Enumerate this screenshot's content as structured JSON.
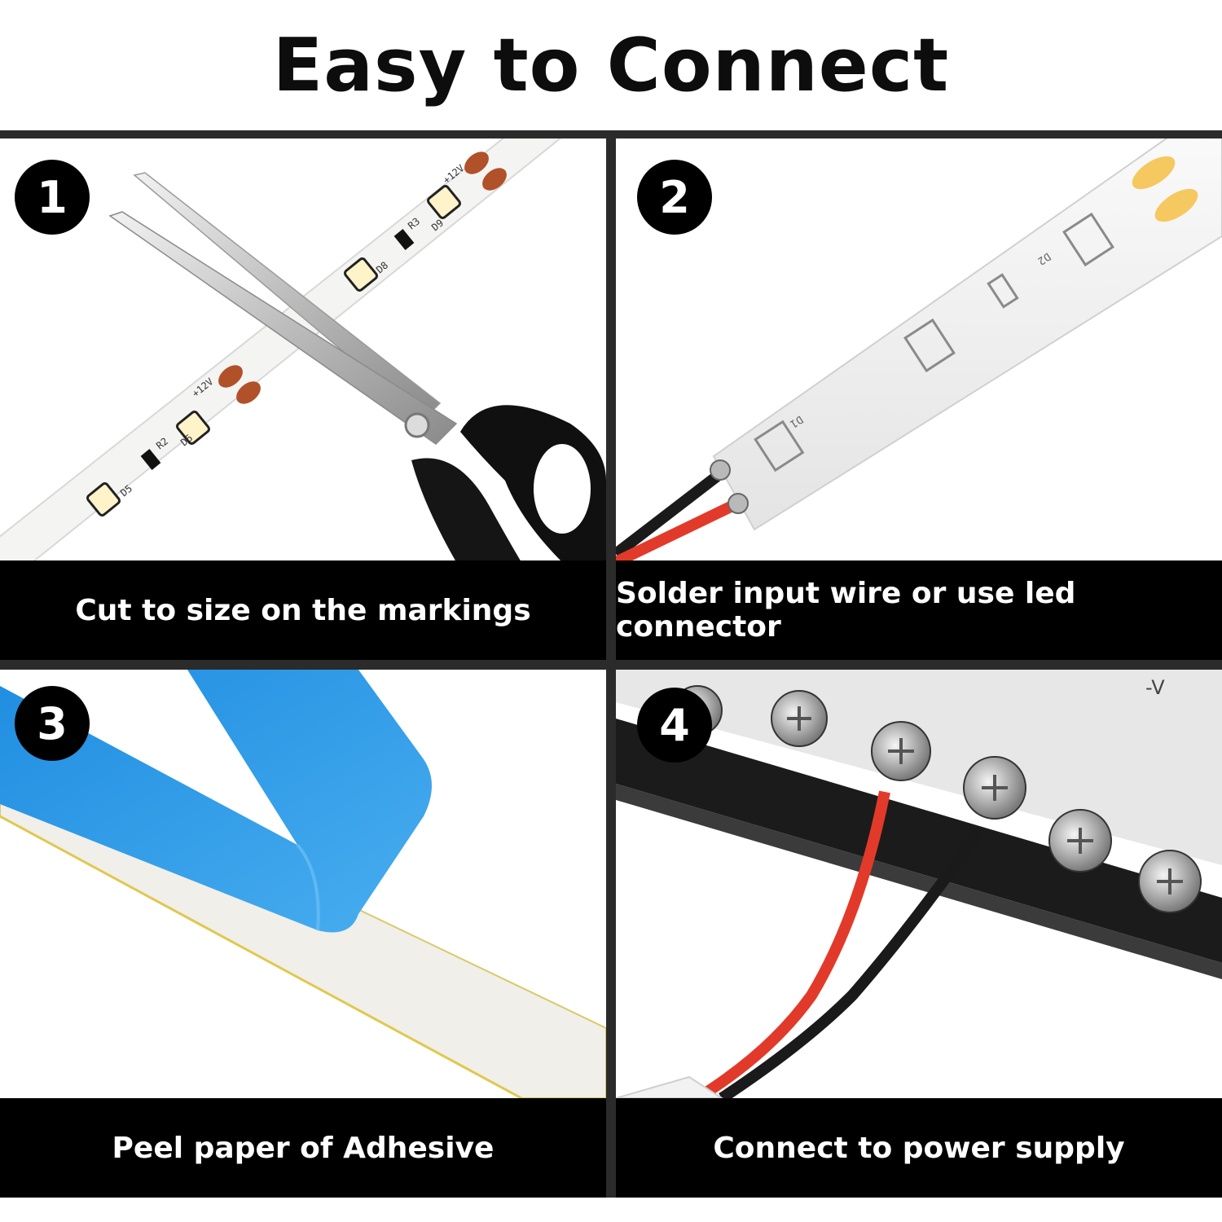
{
  "title": "Easy to Connect",
  "steps": [
    {
      "number": "1",
      "caption": "Cut to size on the markings",
      "icon": "scissors-icon"
    },
    {
      "number": "2",
      "caption": "Solder input wire or use led connector",
      "icon": "solder-wire-icon"
    },
    {
      "number": "3",
      "caption": "Peel paper of Adhesive",
      "icon": "adhesive-tape-icon"
    },
    {
      "number": "4",
      "caption": "Connect to power supply",
      "icon": "terminal-block-icon"
    }
  ],
  "strip_labels": [
    "D5",
    "R2",
    "D6",
    "+12V",
    "D8",
    "R3",
    "D9",
    "+12V",
    "D1",
    "D2"
  ],
  "colors": {
    "caption_bg": "#000000",
    "caption_text": "#ffffff",
    "divider": "#2b2b2b",
    "tape_blue": "#2f97e0",
    "wire_red": "#e23a2a",
    "wire_black": "#1a1a1a"
  }
}
